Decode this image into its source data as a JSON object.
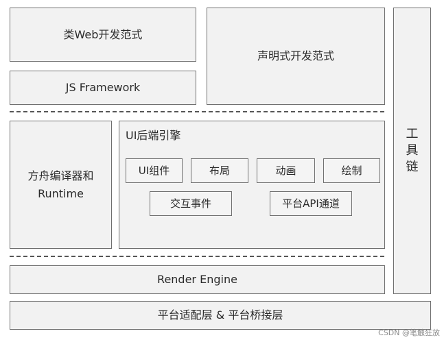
{
  "diagram": {
    "web_paradigm": "类Web开发范式",
    "js_framework": "JS Framework",
    "declarative_paradigm": "声明式开发范式",
    "compiler_runtime": [
      "方舟编译器和",
      "Runtime"
    ],
    "ui_backend_engine": {
      "title": "UI后端引擎",
      "modules": [
        "UI组件",
        "布局",
        "动画",
        "绘制",
        "交互事件",
        "平台API通道"
      ]
    },
    "render_engine": "Render Engine",
    "toolchain": [
      "工",
      "具",
      "链"
    ],
    "platform_layer": "平台适配层 & 平台桥接层"
  },
  "watermark": "CSDN @笔触狂放"
}
